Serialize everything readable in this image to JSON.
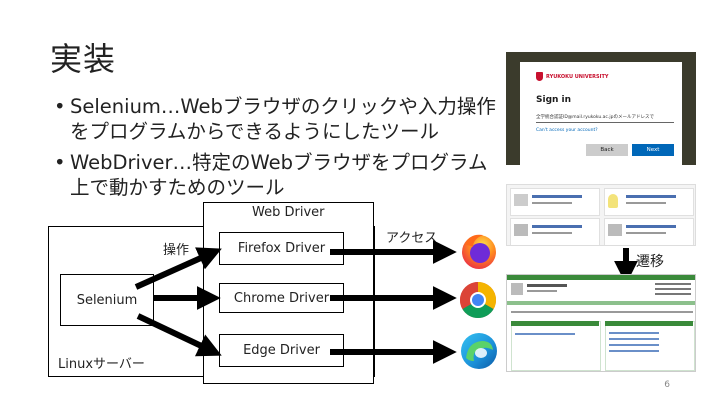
{
  "slide": {
    "title": "実装",
    "bullets": [
      "Selenium…Webブラウザのクリックや入力操作をプログラムからできるようにしたツール",
      "WebDriver…特定のWebブラウザをプログラム上で動かすためのツール"
    ],
    "page_number": "6"
  },
  "diagram": {
    "webdriver_label": "Web Driver",
    "server_label": "Linuxサーバー",
    "operation_label": "操作",
    "access_label": "アクセス",
    "transition_label": "遷移",
    "selenium_label": "Selenium",
    "drivers": [
      "Firefox Driver",
      "Chrome Driver",
      "Edge Driver"
    ]
  },
  "signin": {
    "brand": "RYUKOKU UNIVERSITY",
    "heading": "Sign in",
    "input_text": "全学統合認証ID@mail.ryukoku.ac.jpのメールアドレスで",
    "link": "Can't access your account?",
    "back_label": "Back",
    "next_label": "Next"
  },
  "colors": {
    "accent": "#0067b8",
    "brand_red": "#c8102e",
    "green_header": "#3a8a3a"
  }
}
